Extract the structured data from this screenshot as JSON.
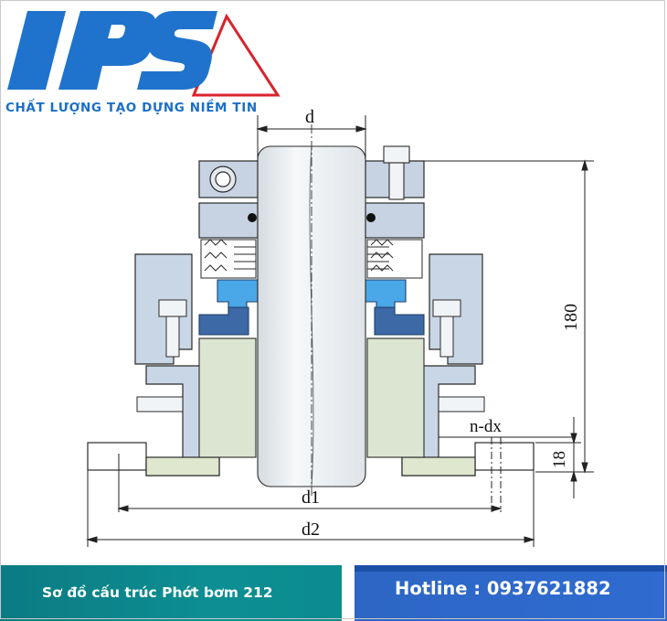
{
  "brand": {
    "logo_text": "IPS",
    "tagline": "CHẤT LƯỢNG TẠO DỰNG NIỀM TIN",
    "colors": {
      "blue": "#1f73cc",
      "red": "#d9232d"
    }
  },
  "drawing": {
    "labels": {
      "d": "d",
      "height": "180",
      "holes": "n-dx",
      "flange": "18",
      "d1": "d1",
      "d2": "d2"
    },
    "colors": {
      "shaft": "#eef2f4",
      "steel": "#c7d3e2",
      "housing": "#d7e2ee",
      "bellows_area": "#dde6d6",
      "seal_face": "#4aa7e8",
      "seat": "#3d6aa6"
    }
  },
  "footer": {
    "caption": "Sơ đồ cấu trúc Phớt bơm 212",
    "hotline": "Hotline : 0937621882"
  }
}
